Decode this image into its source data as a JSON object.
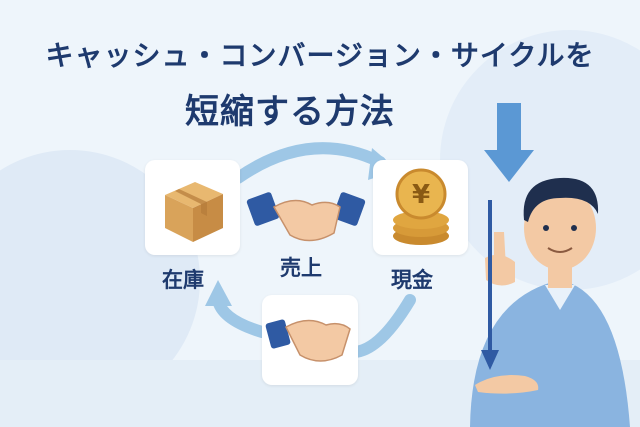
{
  "title": {
    "line1": "キャッシュ・コンバージョン・サイクルを",
    "line2": "短縮する方法"
  },
  "cycle": {
    "inventory_label": "在庫",
    "sales_label": "売上",
    "cash_label": "現金"
  },
  "colors": {
    "title": "#1e3a6e",
    "arrow_light": "#9ec7e6",
    "arrow_dark": "#2f5aa3",
    "shirt": "#8ab4e0",
    "coin": "#e0a640",
    "box": "#d9a35a"
  },
  "icons": [
    "cardboard-box-icon",
    "handshake-icon",
    "yen-coins-icon",
    "down-arrow-icon",
    "businessman-figure"
  ]
}
